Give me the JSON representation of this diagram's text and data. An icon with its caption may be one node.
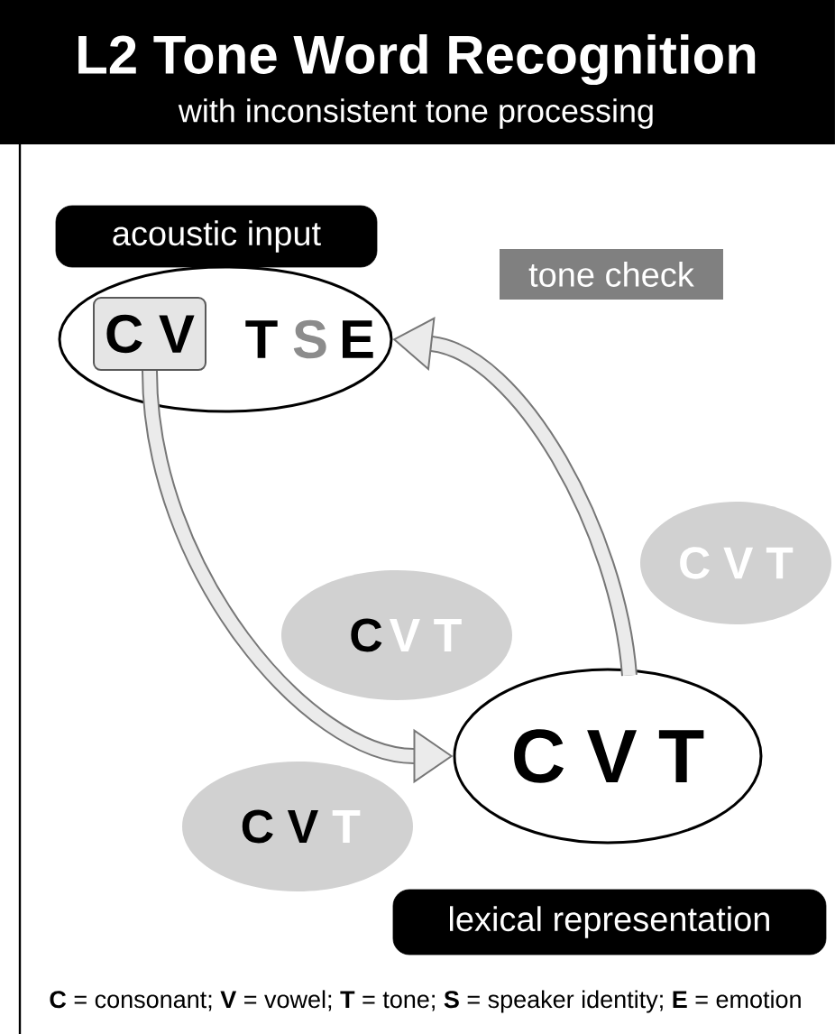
{
  "diagram": {
    "title": "L2 Tone Word Recognition",
    "nodes": [
      {
        "text": [
          "acoustic input"
        ]
      },
      {
        "text": [
          "T",
          "S",
          "E"
        ]
      },
      {
        "text": [
          "C V"
        ],
        "in": 1
      },
      {
        "text": [
          "C V T"
        ]
      },
      {
        "text": [
          "C",
          "V T"
        ]
      },
      {
        "text": [
          "C V T"
        ]
      },
      {
        "text": [
          "C V",
          "T"
        ]
      },
      {
        "text": [
          "lexical representation"
        ]
      }
    ],
    "edges": [
      {
        "from": 2,
        "to": 5,
        "arrow": "to"
      },
      {
        "from": 5,
        "to": 1,
        "arrow": "to",
        "label": "tone check"
      }
    ],
    "labels": [
      "with inconsistent tone processing",
      "**C** = consonant; **V** = vowel; **T** = tone; **S** = speaker identity; **E** = emotion"
    ]
  }
}
